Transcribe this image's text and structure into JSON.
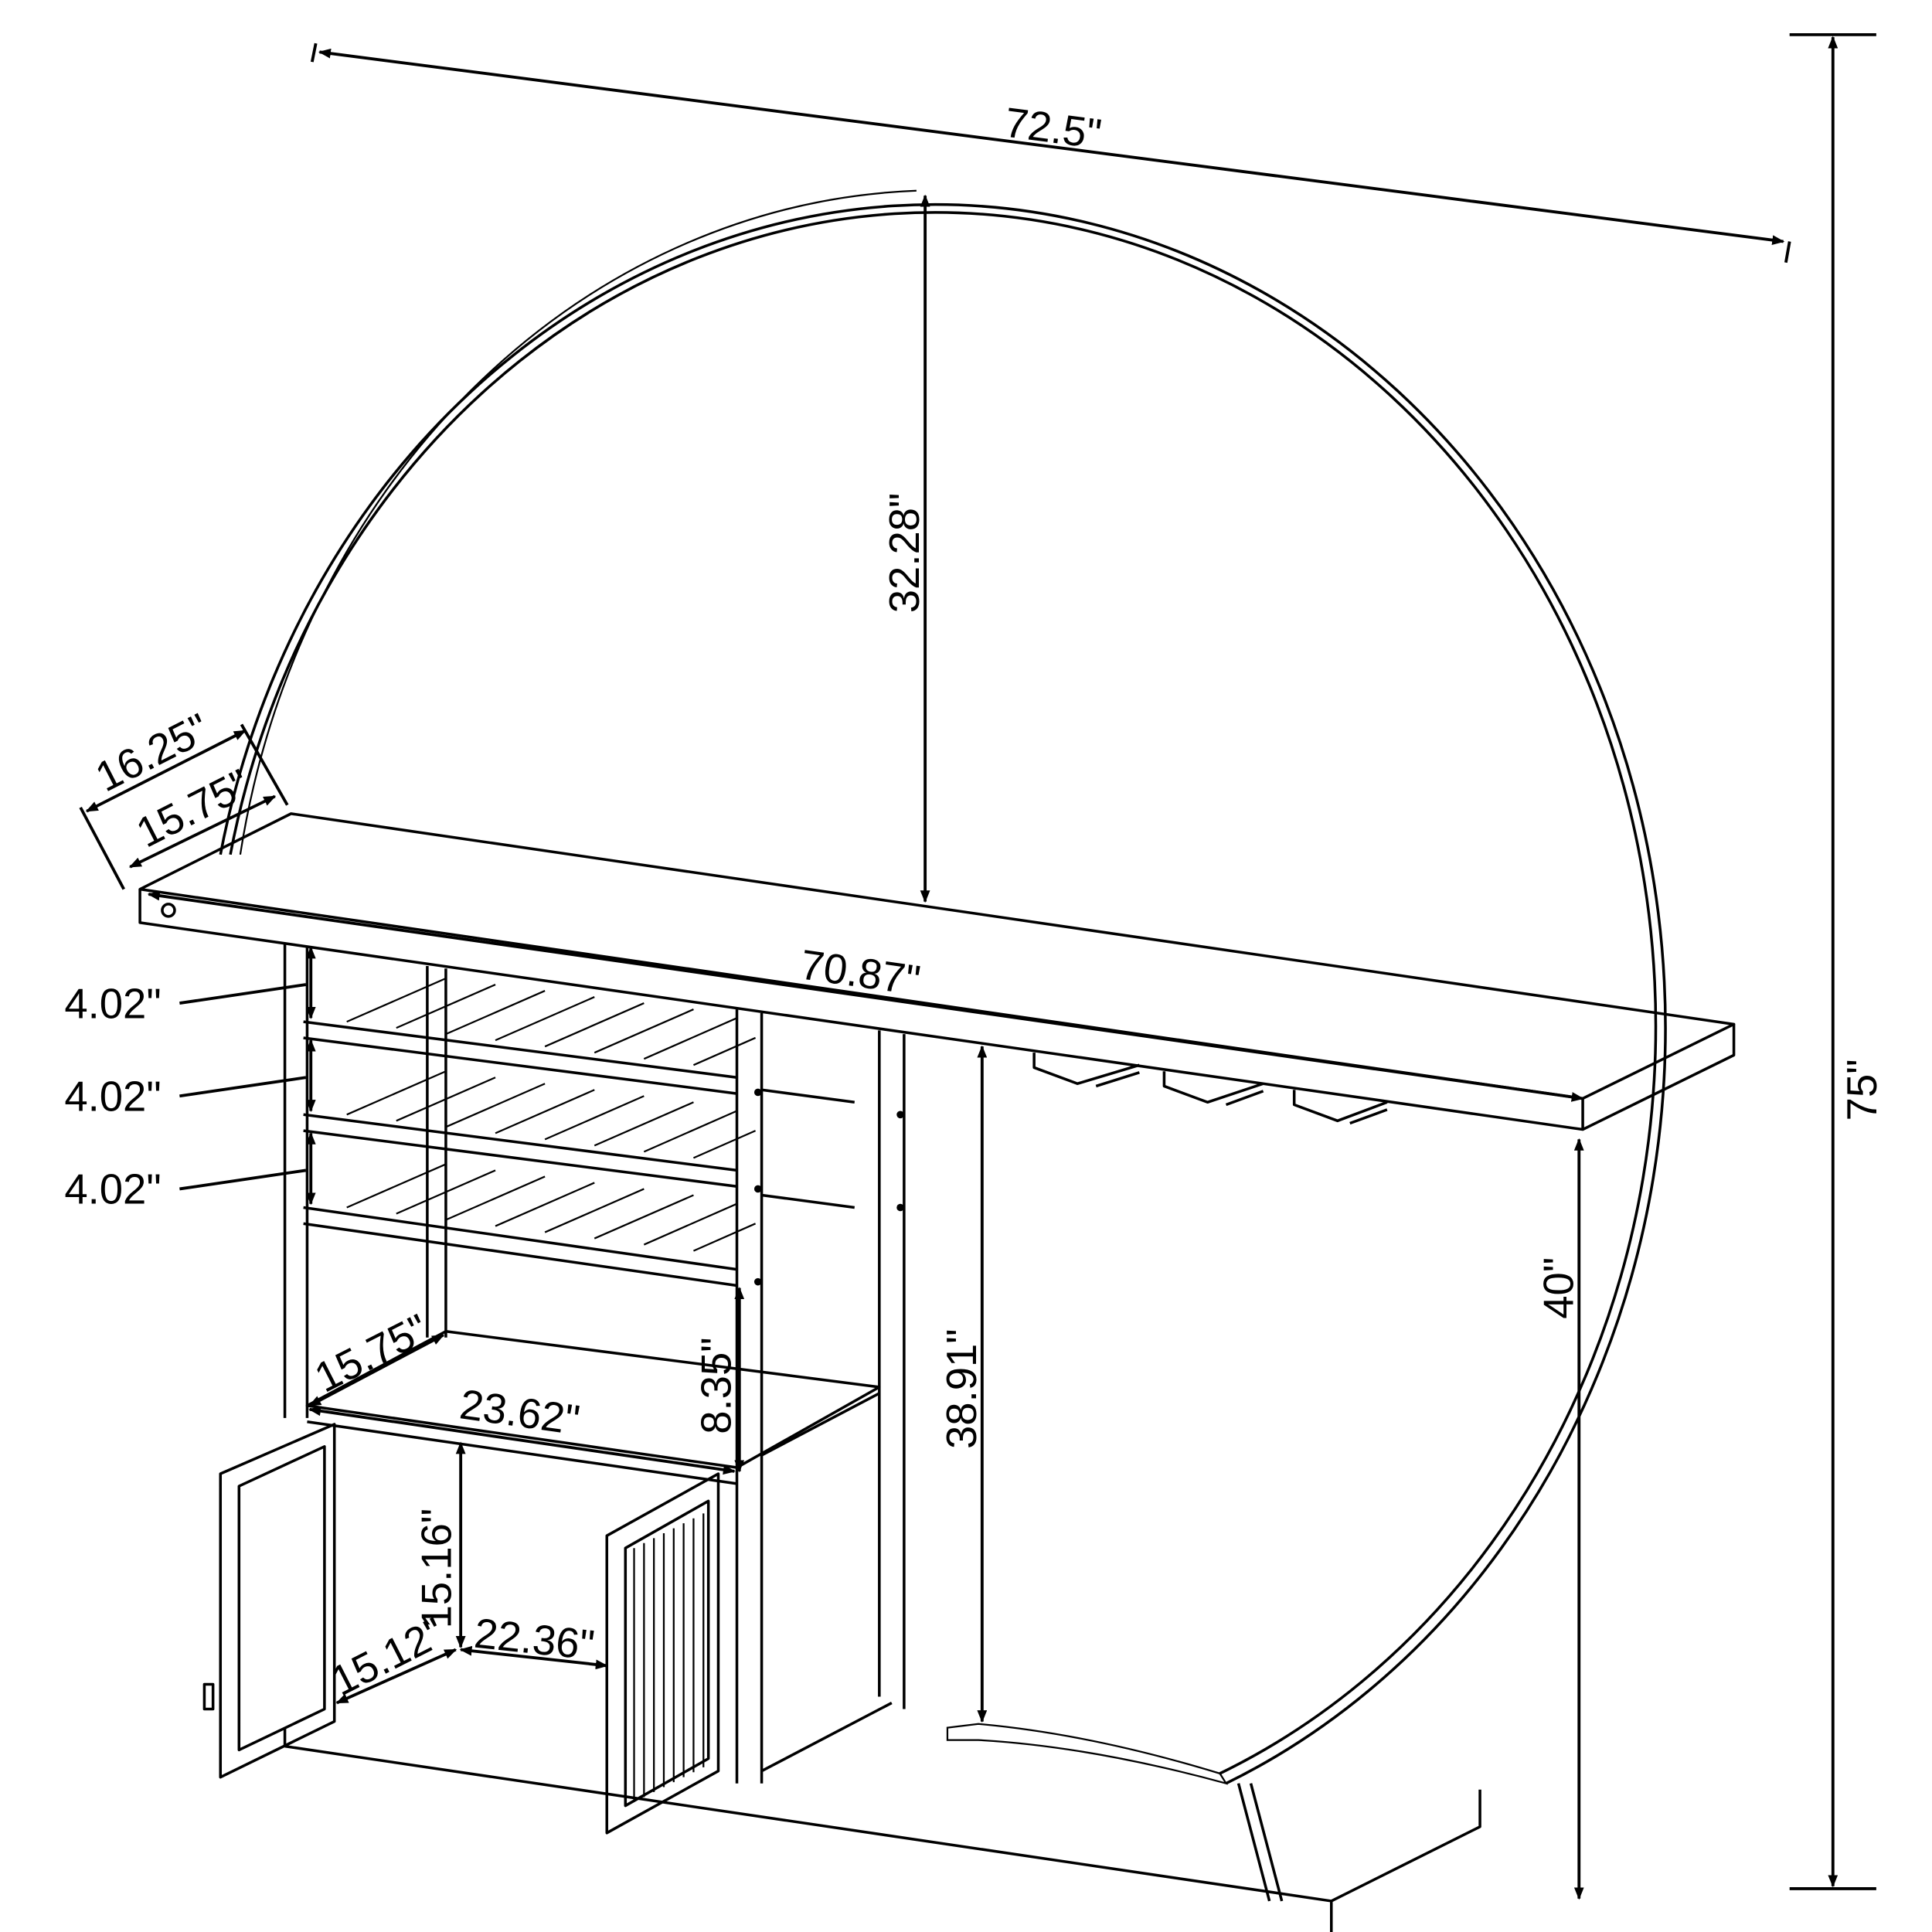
{
  "dimensions": {
    "overall_width": "72.5\"",
    "overall_height": "75\"",
    "ring_to_top": "32.28\"",
    "top_depth_outer": "16.25\"",
    "top_depth_inner": "15.75\"",
    "top_width": "70.87\"",
    "rack_gap_1": "4.02\"",
    "rack_gap_2": "4.02\"",
    "rack_gap_3": "4.02\"",
    "under_top_clearance": "38.91\"",
    "counter_height": "40\"",
    "shelf_depth": "15.75\"",
    "shelf_width": "23.62\"",
    "shelf_clearance": "8.35\"",
    "cabinet_height": "15.16\"",
    "cabinet_depth": "15.12\"",
    "cabinet_width": "22.36\""
  }
}
